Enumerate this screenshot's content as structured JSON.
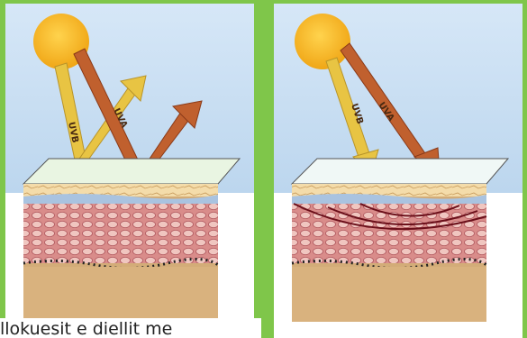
{
  "panels": [
    {
      "uvb_label": "UVB",
      "uva_label": "UVA"
    },
    {
      "uvb_label": "UVB",
      "uva_label": "UVA"
    }
  ],
  "caption": "llokuesit e diellit me",
  "colors": {
    "frame": "#7fc64a",
    "sky": "#cfe3f6",
    "sun": "#f2b21f",
    "uvb_ray": "#e8c443",
    "uva_ray": "#c0602e",
    "skin_top": "#f3d9a6",
    "skin_mid": "#d9908f",
    "skin_bottom": "#d3ac78",
    "damage_line": "#6b0f1a"
  }
}
